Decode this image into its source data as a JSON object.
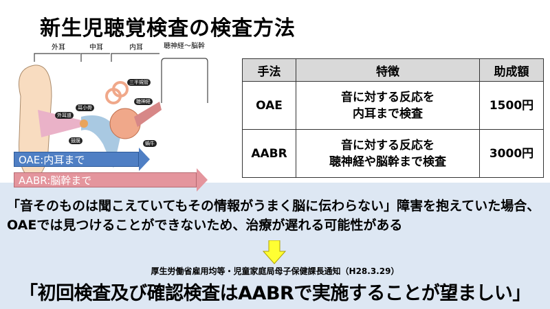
{
  "title": "新生児聴覚検査の検査方法",
  "diagram": {
    "regions": [
      "外耳",
      "中耳",
      "内耳",
      "聴神経〜脳幹"
    ],
    "parts": [
      "外耳道",
      "耳小骨",
      "鼓膜",
      "三半規管",
      "聴神経",
      "蝸牛"
    ],
    "arrows": {
      "oae": "OAE:内耳まで",
      "aabr": "AABR:脳幹まで"
    },
    "colors": {
      "oae": "#4f7fc4",
      "aabr": "#e4959d"
    }
  },
  "table": {
    "headers": [
      "手法",
      "特徴",
      "助成額"
    ],
    "rows": [
      {
        "method": "OAE",
        "feature_line1": "音に対する反応を",
        "feature_line2": "内耳まで検査",
        "subsidy": "1500円"
      },
      {
        "method": "AABR",
        "feature_line1": "音に対する反応を",
        "feature_line2": "聴神経や脳幹まで検査",
        "subsidy": "3000円"
      }
    ]
  },
  "warning": "「音そのものは聞こえていてもその情報がうまく脳に伝わらない」障害を抱えていた場合、OAEでは見つけることができないため、治療が遅れる可能性がある",
  "source": "厚生労働省雇用均等・児童家庭局母子保健課長通知（H28.3.29）",
  "conclusion": "「初回検査及び確認検査はAABRで実施することが望ましい」"
}
